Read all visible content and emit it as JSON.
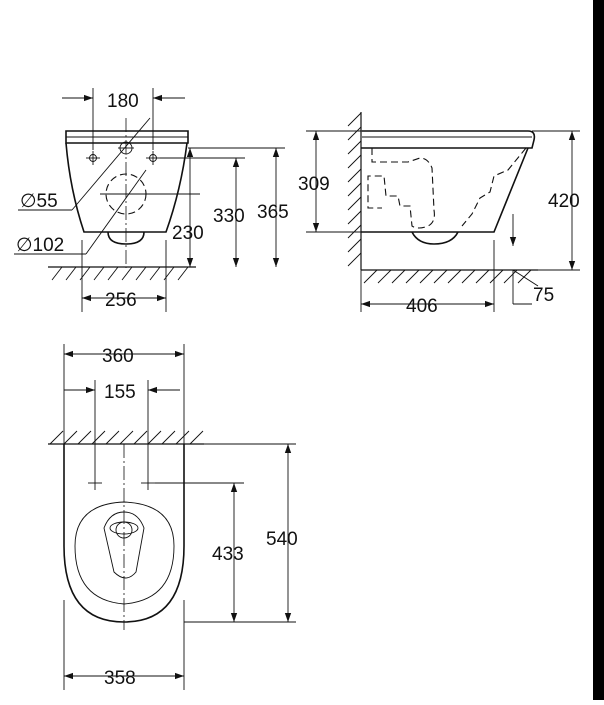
{
  "front_view": {
    "dims": {
      "top_width": "180",
      "bottom_width": "256",
      "height_total": "365",
      "height_fixing": "330",
      "height_outlet": "230",
      "dia_small": "∅55",
      "dia_large": "∅102"
    }
  },
  "side_view": {
    "dims": {
      "height_left": "309",
      "height_right": "420",
      "depth": "406",
      "wall_offset": "75"
    }
  },
  "top_view": {
    "dims": {
      "width_top": "360",
      "fixing_spacing": "155",
      "depth_total": "540",
      "depth_fixing": "433",
      "width_bottom": "358"
    }
  }
}
